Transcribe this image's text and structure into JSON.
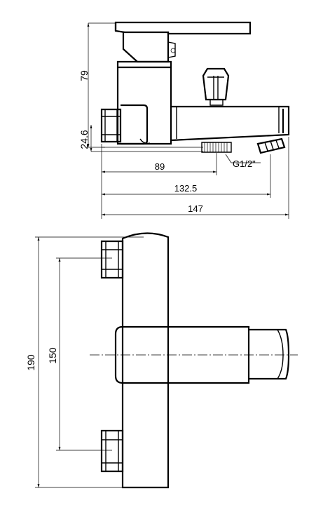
{
  "dimensions": {
    "height_79": "79",
    "height_24_6": "24.6",
    "length_89": "89",
    "thread_label": "G1/2\"",
    "length_132_5": "132.5",
    "length_147": "147",
    "height_190": "190",
    "spacing_150": "150"
  }
}
